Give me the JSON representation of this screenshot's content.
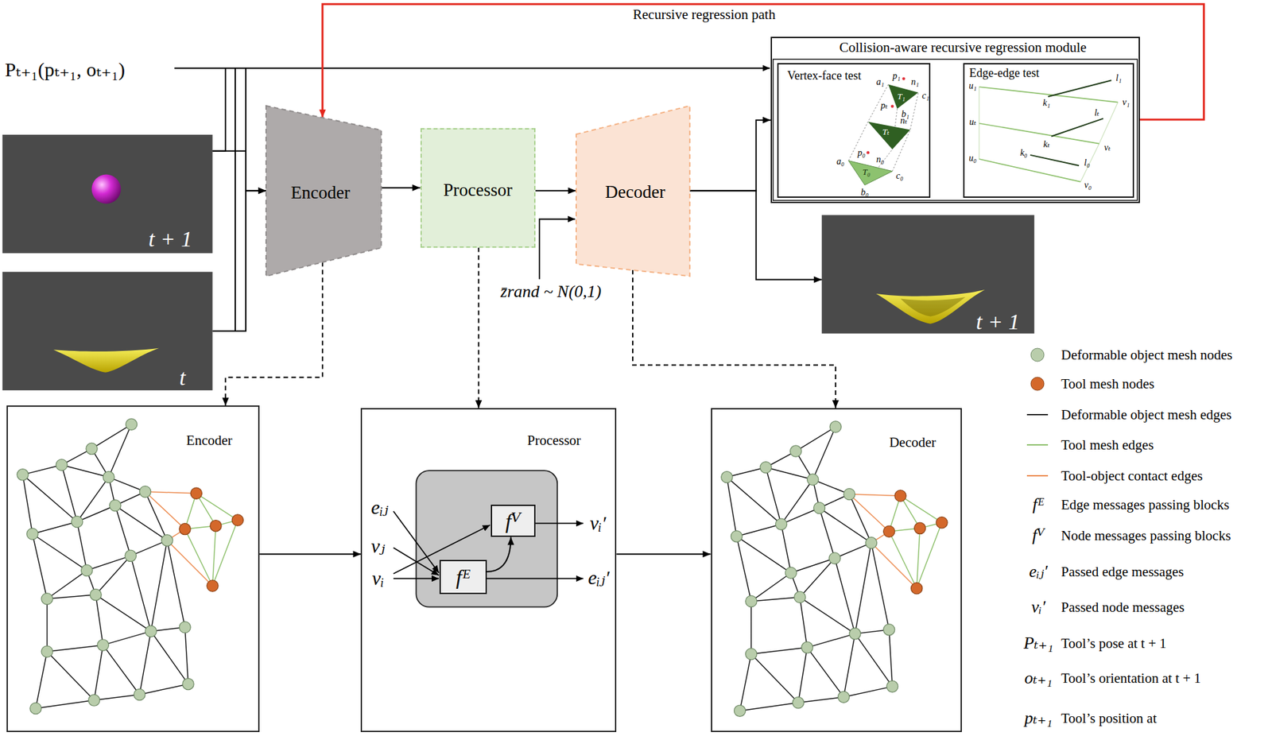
{
  "diagram": {
    "nodes": [
      {
        "text": [
          "t + 1"
        ]
      },
      {
        "text": [
          "t"
        ]
      },
      {
        "text": [
          "Encoder"
        ]
      },
      {
        "text": [
          "Processor"
        ]
      },
      {
        "text": [
          "Decoder"
        ]
      },
      {
        "text": [
          "Collision-aware recursive regression module"
        ]
      },
      {
        "text": [
          "Vertex-face test"
        ],
        "in": 5
      },
      {
        "text": [
          "Edge-edge test"
        ],
        "in": 5
      },
      {
        "text": [
          "t + 1"
        ]
      },
      {
        "text": [
          "Encoder"
        ]
      },
      {
        "text": [
          "Processor"
        ]
      },
      {
        "text": [
          "fⱽ"
        ],
        "in": 10
      },
      {
        "text": [
          "fᴱ"
        ],
        "in": 10
      },
      {
        "text": [
          "Decoder"
        ]
      }
    ],
    "edges": [
      {
        "from": 0,
        "to": 2,
        "arrow": "to"
      },
      {
        "from": 1,
        "to": 2,
        "arrow": "to"
      },
      {
        "from": 2,
        "to": 3,
        "arrow": "to"
      },
      {
        "from": 3,
        "to": 4,
        "arrow": "to"
      },
      {
        "from": 4,
        "to": 5,
        "arrow": "to"
      },
      {
        "from": 5,
        "to": 2,
        "arrow": "to",
        "label": "Recursive regression path"
      },
      {
        "from": 4,
        "to": 8,
        "arrow": "to"
      },
      {
        "from": 2,
        "to": 9,
        "arrow": "to"
      },
      {
        "from": 3,
        "to": 10,
        "arrow": "to"
      },
      {
        "from": 4,
        "to": 13,
        "arrow": "to"
      },
      {
        "from": 9,
        "to": 10,
        "arrow": "to"
      },
      {
        "from": 10,
        "to": 13,
        "arrow": "to"
      },
      {
        "from": 12,
        "to": 11,
        "arrow": "to"
      }
    ],
    "labels": [
      "Pₜ₊₁(pₜ₊₁, oₜ₊₁)",
      "z̄rand ~ N(0,1)",
      "a₁",
      "p₁",
      "n₁",
      "c₁",
      "T₁",
      "b₁",
      "pₜ",
      "nₜ",
      "Tₜ",
      "p₀",
      "a₀",
      "n₀",
      "T₀",
      "c₀",
      "b₀",
      "u₁",
      "l₁",
      "k₁",
      "v₁",
      "lₜ",
      "uₜ",
      "kₜ",
      "vₜ",
      "k₀",
      "u₀",
      "l₀",
      "v₀",
      "eᵢⱼ",
      "vⱼ",
      "vᵢ",
      "vᵢ′",
      "eᵢⱼ′",
      "fᴱ",
      "fⱽ",
      "eᵢⱼ′",
      "vᵢ′",
      "Pₜ₊₁",
      "oₜ₊₁",
      "pₜ₊₁"
    ],
    "legend": [
      {
        "text": "Deformable object mesh nodes",
        "color": "#b9cdab"
      },
      {
        "text": "Tool mesh nodes",
        "color": "#d4682b"
      },
      {
        "text": "Deformable object mesh edges"
      },
      {
        "text": "Tool mesh edges"
      },
      {
        "text": "Tool-object contact edges"
      },
      {
        "text": "Edge messages passing blocks"
      },
      {
        "text": "Node messages passing blocks"
      },
      {
        "text": "Passed edge messages"
      },
      {
        "text": "Passed node messages"
      },
      {
        "text": "Tool’s pose at t + 1"
      },
      {
        "text": "Tool’s orientation at t + 1"
      },
      {
        "text": "Tool’s position at"
      }
    ]
  }
}
